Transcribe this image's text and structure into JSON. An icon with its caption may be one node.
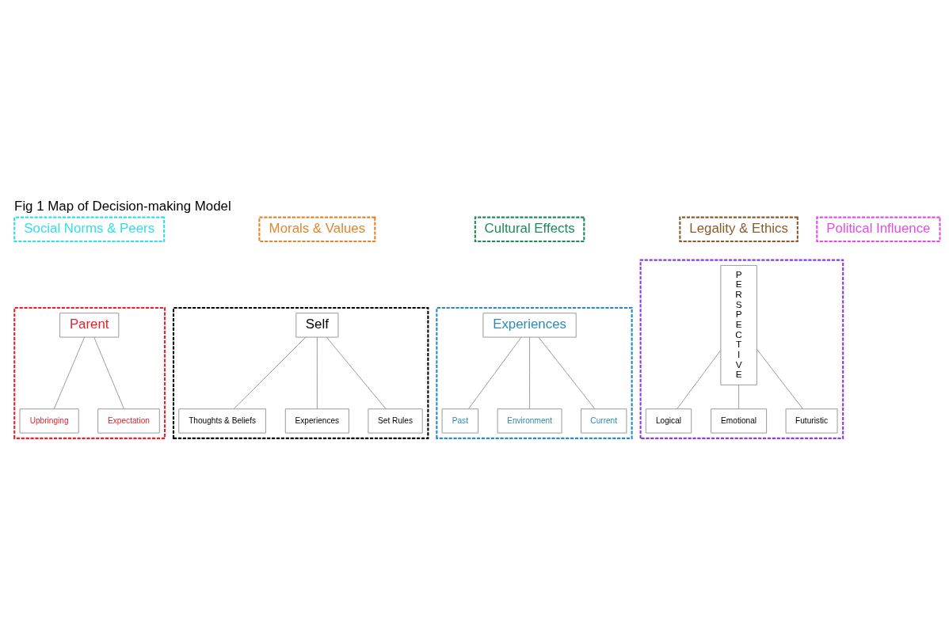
{
  "diagram": {
    "title": "Fig 1 Map of Decision-making Model",
    "nodes": [
      {
        "text": [
          "Social Norms & Peers"
        ]
      },
      {
        "text": [
          "Morals & Values"
        ]
      },
      {
        "text": [
          "Cultural Effects"
        ]
      },
      {
        "text": [
          "Legality & Ethics"
        ]
      },
      {
        "text": [
          "Political Influence"
        ]
      },
      {
        "text": [],
        "shape": "box"
      },
      {
        "text": [
          "Parent"
        ],
        "in": 5
      },
      {
        "text": [
          "Upbringing"
        ],
        "in": 5
      },
      {
        "text": [
          "Expectation"
        ],
        "in": 5
      },
      {
        "text": [],
        "shape": "box"
      },
      {
        "text": [
          "Self"
        ],
        "in": 9
      },
      {
        "text": [
          "Thoughts & Beliefs"
        ],
        "in": 9
      },
      {
        "text": [
          "Experiences"
        ],
        "in": 9
      },
      {
        "text": [
          "Set Rules"
        ],
        "in": 9
      },
      {
        "text": [],
        "shape": "box"
      },
      {
        "text": [
          "Experiences"
        ],
        "in": 14
      },
      {
        "text": [
          "Past"
        ],
        "in": 14
      },
      {
        "text": [
          "Environment"
        ],
        "in": 14
      },
      {
        "text": [
          "Current"
        ],
        "in": 14
      },
      {
        "text": [],
        "shape": "box"
      },
      {
        "text": [
          "PERSPECTIVE"
        ],
        "in": 19
      },
      {
        "text": [
          "Logical"
        ],
        "in": 19
      },
      {
        "text": [
          "Emotional"
        ],
        "in": 19
      },
      {
        "text": [
          "Futuristic"
        ],
        "in": 19
      }
    ],
    "edges": [
      {
        "from": 6,
        "to": 7,
        "arrow": "none"
      },
      {
        "from": 6,
        "to": 8,
        "arrow": "none"
      },
      {
        "from": 10,
        "to": 11,
        "arrow": "none"
      },
      {
        "from": 10,
        "to": 12,
        "arrow": "none"
      },
      {
        "from": 10,
        "to": 13,
        "arrow": "none"
      },
      {
        "from": 15,
        "to": 16,
        "arrow": "none"
      },
      {
        "from": 15,
        "to": 17,
        "arrow": "none"
      },
      {
        "from": 15,
        "to": 18,
        "arrow": "none"
      },
      {
        "from": 20,
        "to": 21,
        "arrow": "none"
      },
      {
        "from": 20,
        "to": 22,
        "arrow": "none"
      },
      {
        "from": 20,
        "to": 23,
        "arrow": "none"
      }
    ]
  }
}
